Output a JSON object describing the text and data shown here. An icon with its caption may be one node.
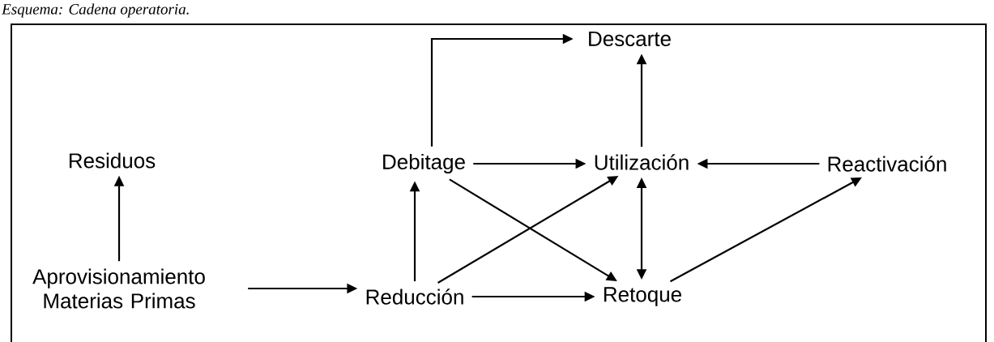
{
  "diagram": {
    "title": "Esquema: Cadena operatoria.",
    "nodes": [
      {
        "text": [
          "Descarte"
        ]
      },
      {
        "text": [
          "Residuos"
        ]
      },
      {
        "text": [
          "Debitage"
        ]
      },
      {
        "text": [
          "Utilización"
        ]
      },
      {
        "text": [
          "Reactivación"
        ]
      },
      {
        "text": [
          "Aprovisionamiento Materias Primas"
        ]
      },
      {
        "text": [
          "Reducción"
        ]
      },
      {
        "text": [
          "Retoque"
        ]
      }
    ],
    "edges": [
      {
        "from": 2,
        "to": 0,
        "arrow": "to"
      },
      {
        "from": 3,
        "to": 0,
        "arrow": "to"
      },
      {
        "from": 2,
        "to": 3,
        "arrow": "to"
      },
      {
        "from": 4,
        "to": 3,
        "arrow": "to"
      },
      {
        "from": 5,
        "to": 1,
        "arrow": "to"
      },
      {
        "from": 6,
        "to": 2,
        "arrow": "to"
      },
      {
        "from": 6,
        "to": 3,
        "arrow": "to"
      },
      {
        "from": 2,
        "to": 7,
        "arrow": "to"
      },
      {
        "from": 3,
        "to": 7,
        "arrow": "both"
      },
      {
        "from": 7,
        "to": 4,
        "arrow": "to"
      },
      {
        "from": 5,
        "to": 6,
        "arrow": "to"
      },
      {
        "from": 6,
        "to": 7,
        "arrow": "to"
      }
    ]
  }
}
